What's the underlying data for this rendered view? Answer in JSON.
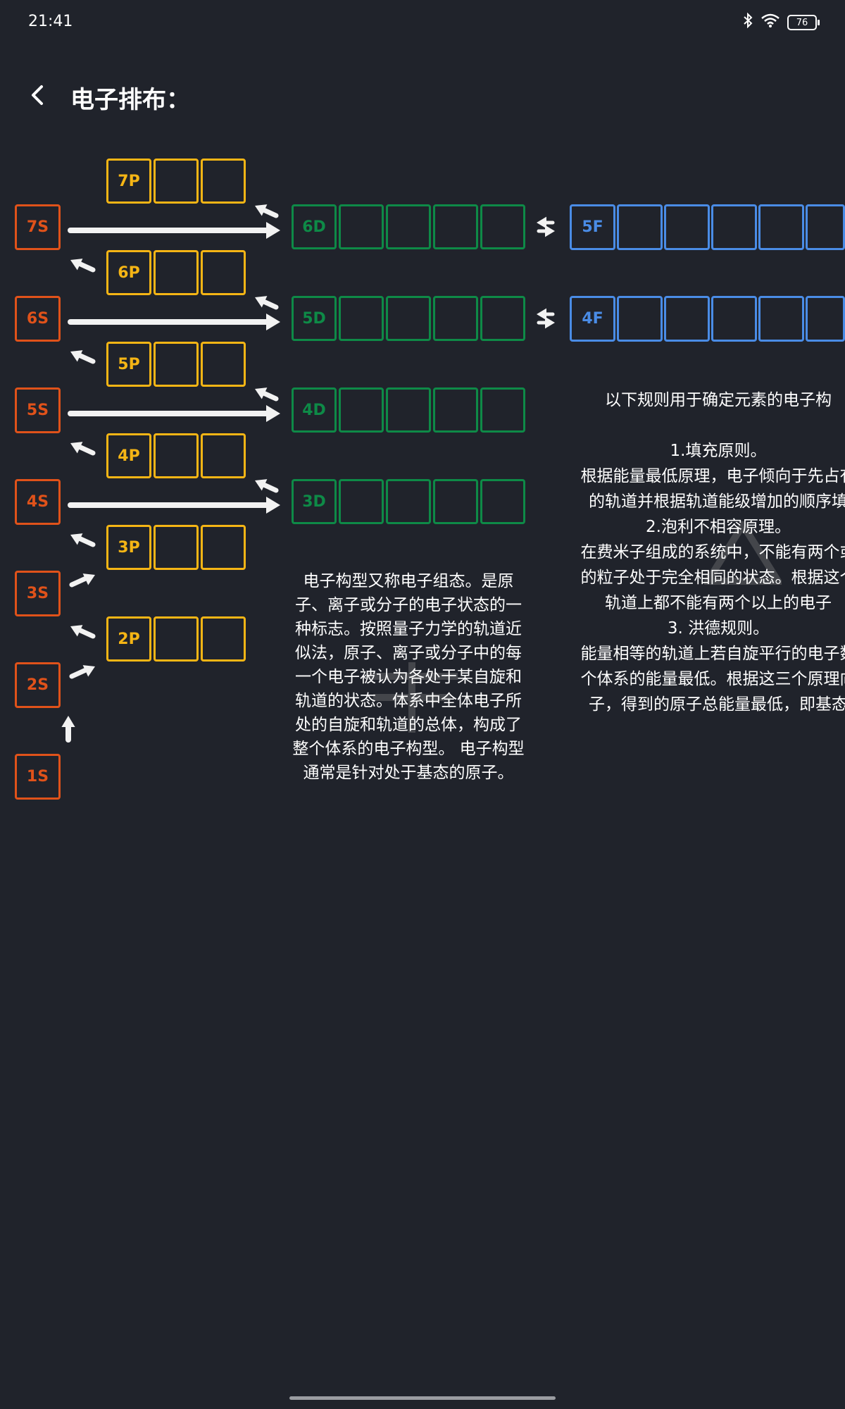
{
  "status_bar": {
    "time": "21:41",
    "battery": "76",
    "icons": [
      "bluetooth-icon",
      "wifi-icon",
      "battery-icon"
    ]
  },
  "header": {
    "title": "电子排布：",
    "back_icon": "chevron-left-icon"
  },
  "orbitals": {
    "s": [
      "7S",
      "6S",
      "5S",
      "4S",
      "3S",
      "2S",
      "1S"
    ],
    "p": [
      "7P",
      "6P",
      "5P",
      "4P",
      "3P",
      "2P"
    ],
    "d": [
      "6D",
      "5D",
      "4D",
      "3D"
    ],
    "f": [
      "5F",
      "4F"
    ]
  },
  "colors": {
    "s": "#e0521a",
    "p": "#f5b515",
    "d": "#0e8a47",
    "f": "#4a8ce6",
    "background": "#20232b"
  },
  "description": "电子构型又称电子组态。是原子、离子或分子的电子状态的一种标志。按照量子力学的轨道近似法，原子、离子或分子中的每一个电子被认为各处于某自旋和轨道的状态。体系中全体电子所处的自旋和轨道的总体，构成了整个体系的电子构型。 电子构型通常是针对处于基态的原子。",
  "rules": "以下规则用于确定元素的电子构\n\n1.填充原则。\n根据能量最低原理，电子倾向于先占有\n的轨道并根据轨道能级增加的顺序填\n2.泡利不相容原理。\n在费米子组成的系统中，不能有两个或\n的粒子处于完全相同的状态。根据这个\n轨道上都不能有两个以上的电子\n3. 洪德规则。\n能量相等的轨道上若自旋平行的电子数\n个体系的能量最低。根据这三个原理向\n子，得到的原子总能量最低，即基态"
}
